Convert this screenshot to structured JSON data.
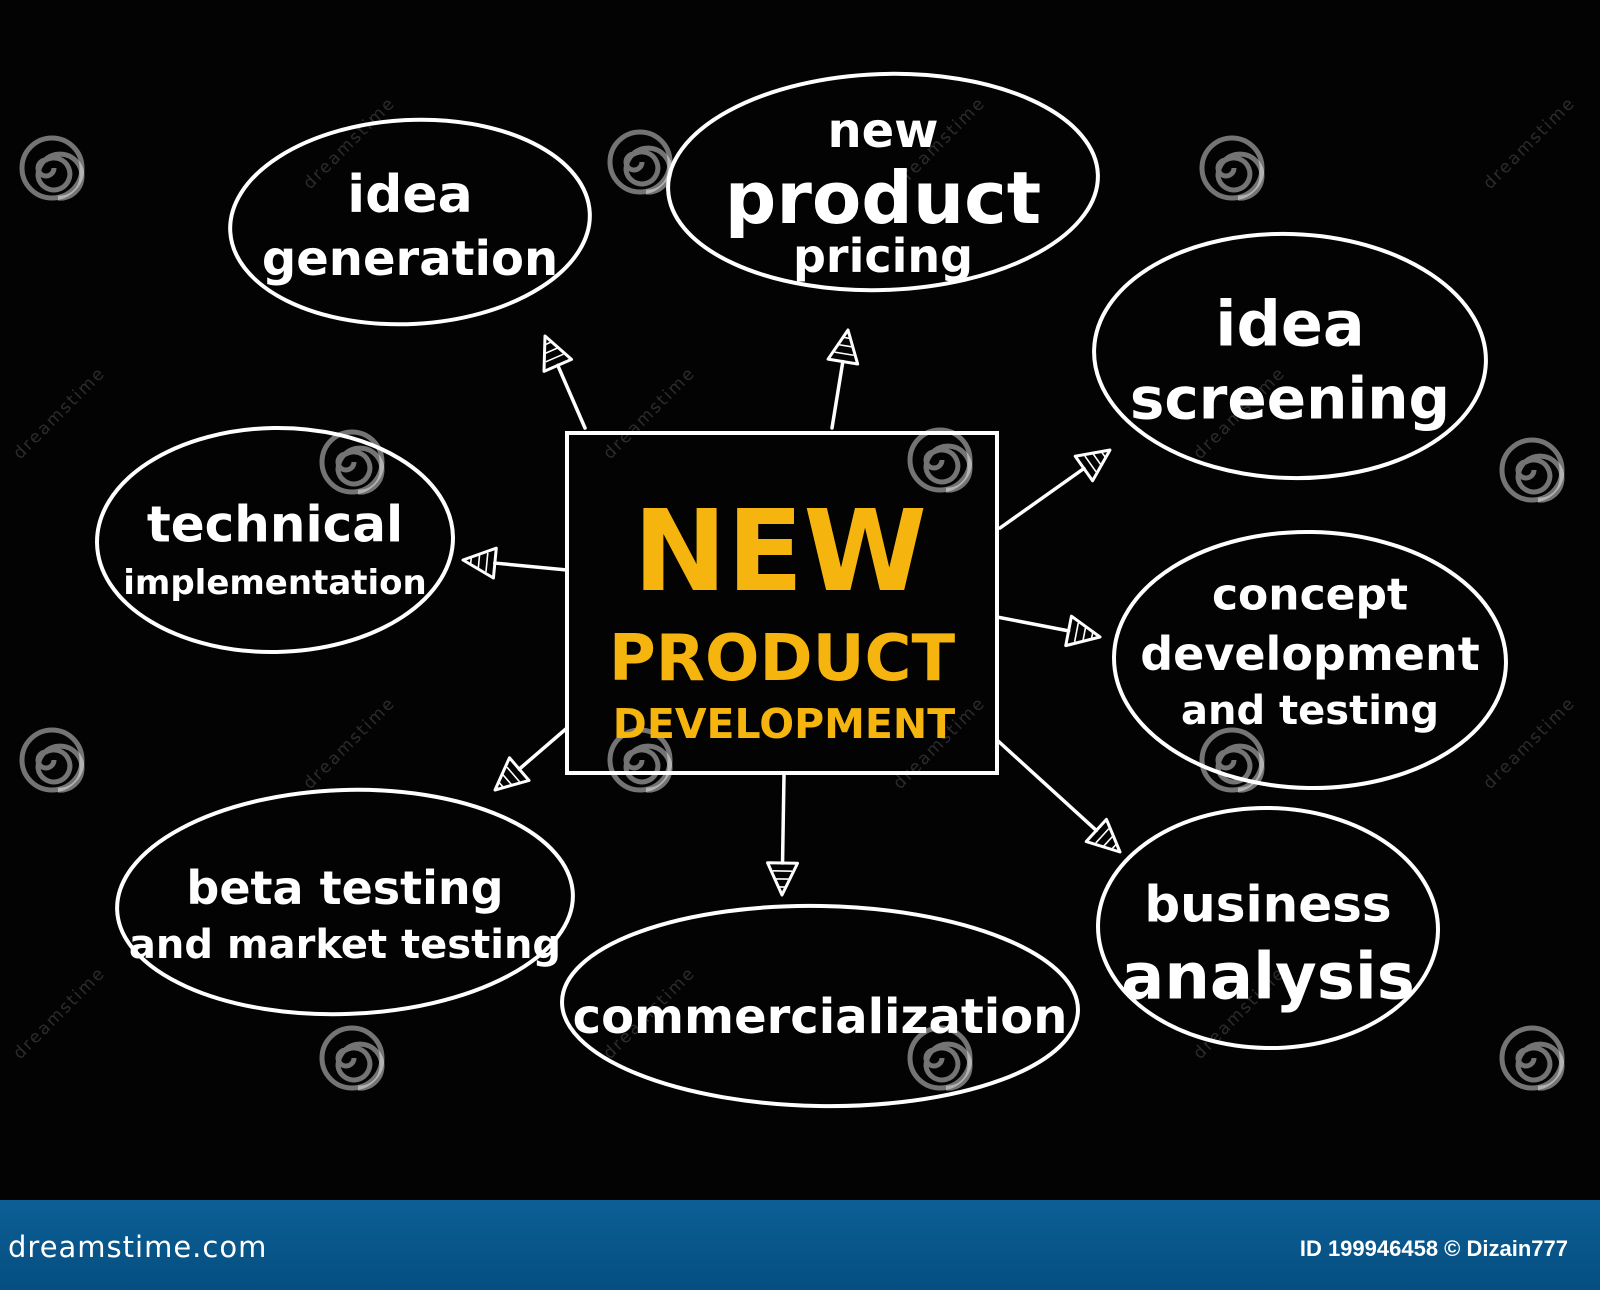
{
  "center": {
    "lines": [
      "NEW",
      "PRODUCT",
      "DEVELOPMENT"
    ],
    "color": "#f6b40e"
  },
  "nodes": [
    {
      "id": "idea-generation",
      "lines": [
        "idea",
        "generation"
      ]
    },
    {
      "id": "new-product-pricing",
      "lines": [
        "new",
        "product",
        "pricing"
      ]
    },
    {
      "id": "idea-screening",
      "lines": [
        "idea",
        "screening"
      ]
    },
    {
      "id": "technical-implementation",
      "lines": [
        "technical",
        "implementation"
      ]
    },
    {
      "id": "concept-development",
      "lines": [
        "concept",
        "development",
        "and testing"
      ]
    },
    {
      "id": "beta-testing",
      "lines": [
        "beta testing",
        "and market testing"
      ]
    },
    {
      "id": "commercialization",
      "lines": [
        "commercialization"
      ]
    },
    {
      "id": "business-analysis",
      "lines": [
        "business",
        "analysis"
      ]
    }
  ],
  "watermark": {
    "text": "dreamstime",
    "icon": "spiral-logo-icon"
  },
  "footer": {
    "brand": "dreamstime.com",
    "credit": "ID 199946458 © Dizain777",
    "background": "#0a5a8f"
  }
}
